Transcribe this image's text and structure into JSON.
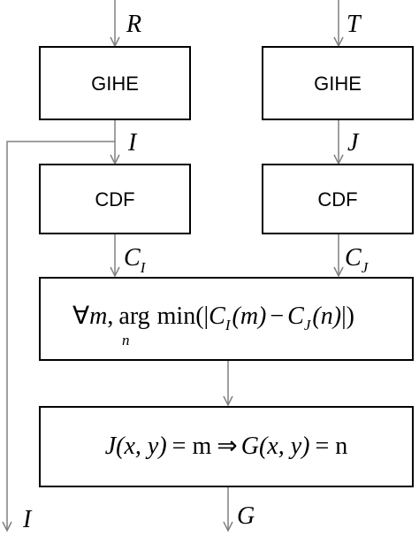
{
  "diagram": {
    "inputs": {
      "left": "R",
      "right": "T"
    },
    "boxes": {
      "gihe_left": "GIHE",
      "gihe_right": "GIHE",
      "cdf_left": "CDF",
      "cdf_right": "CDF"
    },
    "intermediate": {
      "left": "I",
      "right": "J"
    },
    "cdf_out": {
      "left_base": "C",
      "left_sub": "I",
      "right_base": "C",
      "right_sub": "J"
    },
    "argmin_box": {
      "forall": "∀",
      "var_m": "m",
      "comma": ",",
      "arg": "arg",
      "min": "min",
      "n_under": "n",
      "open": "(|",
      "c1": "C",
      "c1_sub": "I",
      "m_arg": "(m)",
      "minus": "−",
      "c2": "C",
      "c2_sub": "J",
      "n_arg": "(n)",
      "close": "|)"
    },
    "mapping_box": {
      "j": "J",
      "xy1": "(x, y)",
      "eq1": "= m",
      "implies": "⇒",
      "g": "G",
      "xy2": "(x, y)",
      "eq2": "= n"
    },
    "outputs": {
      "left": "I",
      "right": "G"
    }
  }
}
